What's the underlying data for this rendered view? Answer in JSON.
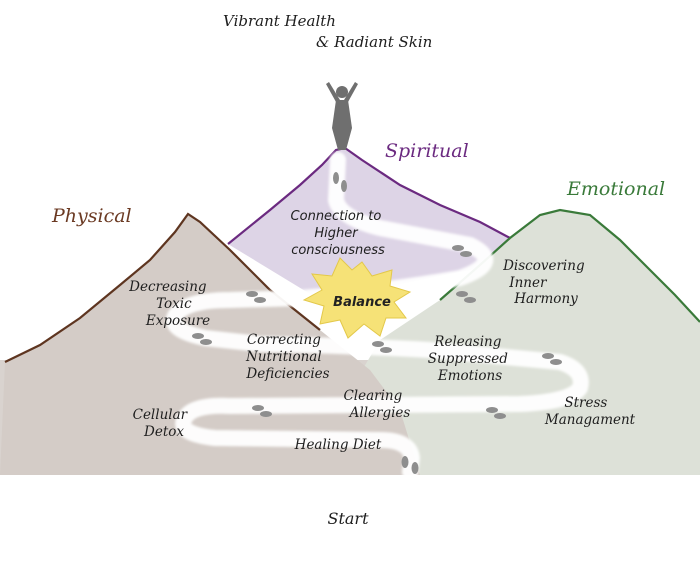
{
  "summit": {
    "line1": "Vibrant Health",
    "line2": "& Radiant Skin"
  },
  "peaks": {
    "physical": {
      "label": "Physical",
      "color": "#6b3a23"
    },
    "spiritual": {
      "label": "Spiritual",
      "color": "#6b2a80"
    },
    "emotional": {
      "label": "Emotional",
      "color": "#3a7a3a"
    }
  },
  "center": {
    "label": "Balance"
  },
  "steps": {
    "connection": [
      "Connection to",
      "Higher",
      "consciousness"
    ],
    "decreasing": [
      "Decreasing",
      "Toxic",
      "Exposure"
    ],
    "discovering": [
      "Discovering",
      "Inner",
      "Harmony"
    ],
    "correcting": [
      "Correcting",
      "Nutritional",
      "Deficiencies"
    ],
    "releasing": [
      "Releasing",
      "Suppressed",
      "Emotions"
    ],
    "clearing": [
      "Clearing",
      "Allergies"
    ],
    "cellular": [
      "Cellular",
      "Detox"
    ],
    "stress": [
      "Stress",
      "Managament"
    ],
    "healing": "Healing Diet"
  },
  "start": "Start"
}
